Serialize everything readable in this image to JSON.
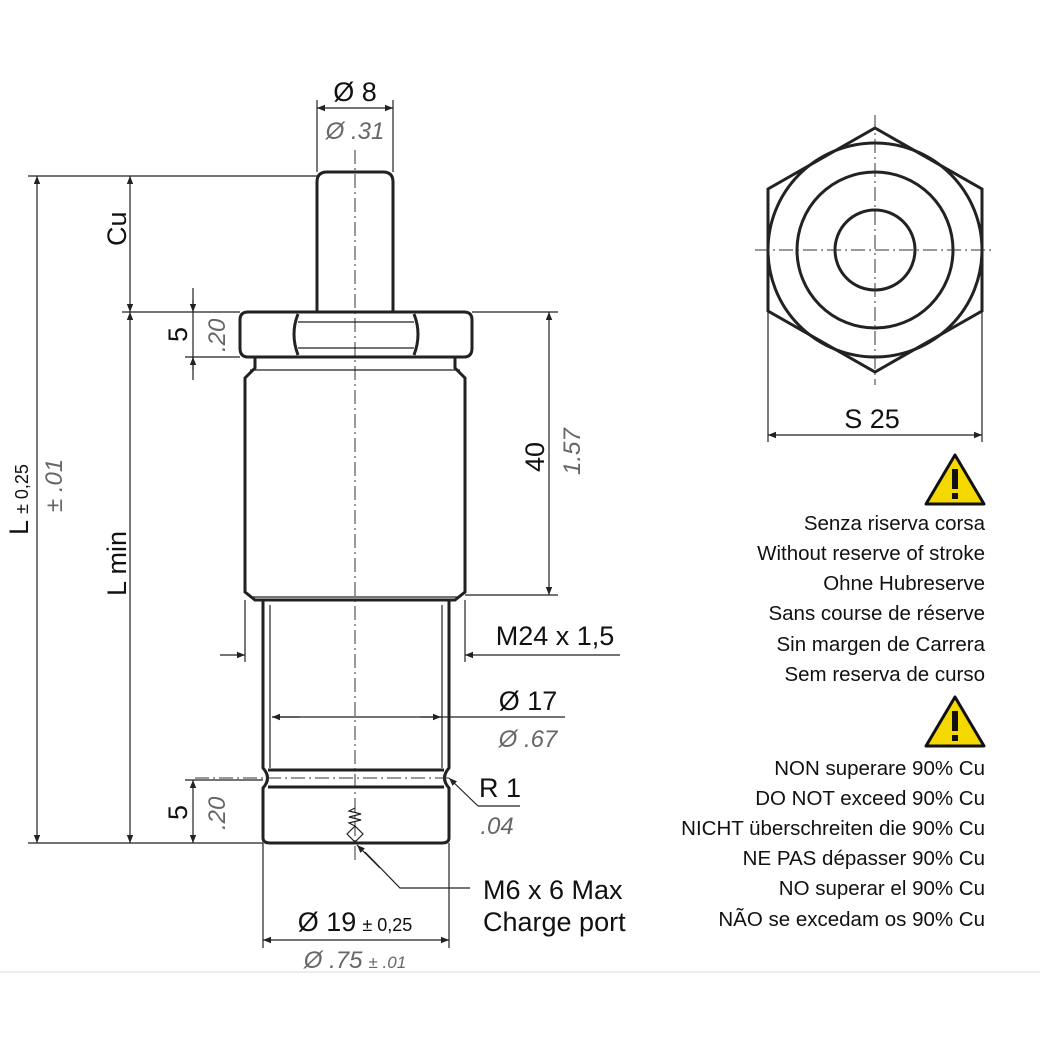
{
  "dimensions": {
    "pin_diameter": "Ø 8",
    "pin_diameter_in": "Ø .31",
    "cu": "Cu",
    "length": "L",
    "length_tol": "± 0,25",
    "length_tol_in": "± .01",
    "l_min": "L min",
    "nut_height": "5",
    "nut_height_in": ".20",
    "thread_length": "40",
    "thread_length_in": "1.57",
    "thread": "M24 x 1,5",
    "shaft_diameter": "Ø 17",
    "shaft_diameter_in": "Ø .67",
    "radius": "R 1",
    "radius_in": ".04",
    "base_height": "5",
    "base_height_in": ".20",
    "port_line1": "M6 x 6 Max",
    "port_line2": "Charge port",
    "base_diameter": "Ø 19",
    "base_diameter_tol": "± 0,25",
    "base_diameter_in": "Ø .75",
    "base_diameter_tol_in": "± .01",
    "hex_size": "S 25"
  },
  "warnings": {
    "stroke": [
      "Senza riserva corsa",
      "Without reserve of stroke",
      "Ohne Hubreserve",
      "Sans course de réserve",
      "Sin margen de Carrera",
      "Sem reserva de curso"
    ],
    "limit": [
      "NON superare 90% Cu",
      "DO NOT exceed 90% Cu",
      "NICHT überschreiten die 90% Cu",
      "NE PAS dépasser 90% Cu",
      "NO superar el 90% Cu",
      "NÃO se excedam os 90% Cu"
    ]
  },
  "colors": {
    "warning_yellow": "#f5d800",
    "inch_gray": "#666666"
  }
}
